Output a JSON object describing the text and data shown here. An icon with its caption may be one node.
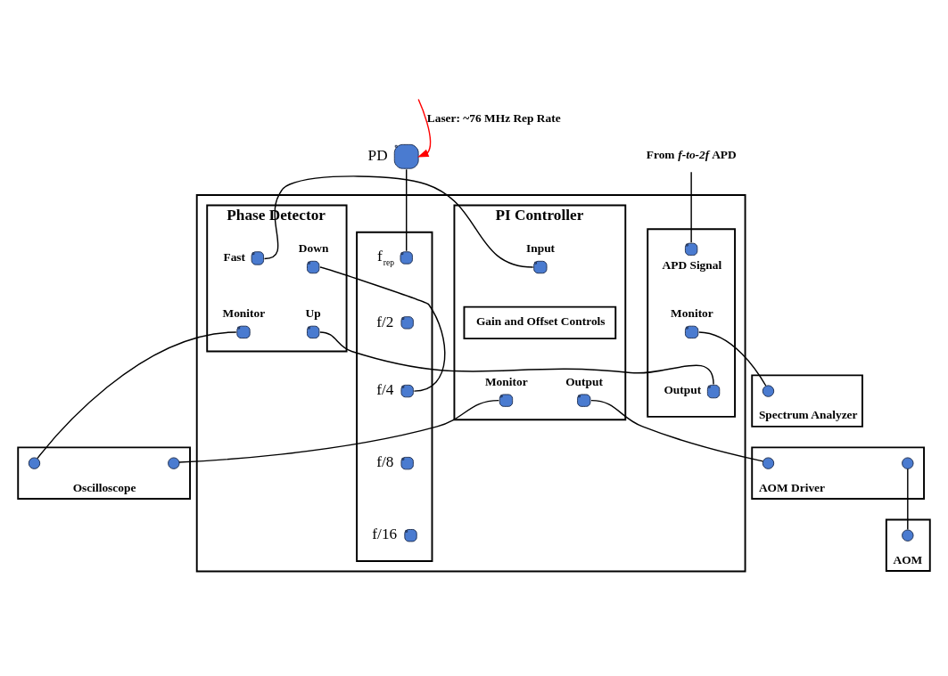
{
  "diagram": {
    "nodes": [
      {
        "text": [
          "PD"
        ]
      },
      {
        "text": [],
        "shape": "box"
      },
      {
        "text": [],
        "shape": "box",
        "in": 1
      },
      {
        "text": [
          "f$_{rep}$"
        ],
        "in": 2
      },
      {
        "text": [
          "f/2"
        ],
        "in": 2
      },
      {
        "text": [
          "f/4"
        ],
        "in": 2
      },
      {
        "text": [
          "f/8"
        ],
        "in": 2
      },
      {
        "text": [
          "f/16"
        ],
        "in": 2
      },
      {
        "text": [],
        "shape": "box",
        "in": 1
      },
      {
        "text": [
          "APD Signal"
        ],
        "in": 8
      },
      {
        "text": [
          "Monitor"
        ],
        "in": 8
      },
      {
        "text": [
          "Output"
        ],
        "in": 8
      },
      {
        "text": [
          "Phase Detector"
        ],
        "in": 1
      },
      {
        "text": [
          "Down"
        ],
        "in": 12
      },
      {
        "text": [
          "Fast"
        ],
        "in": 12
      },
      {
        "text": [
          "Up"
        ],
        "in": 12
      },
      {
        "text": [
          "Monitor"
        ],
        "in": 12
      },
      {
        "text": [
          "PI Controller"
        ],
        "in": 1
      },
      {
        "text": [
          "Input"
        ],
        "in": 17
      },
      {
        "text": [
          "Gain and Offset Controls"
        ],
        "in": 17
      },
      {
        "text": [
          "Monitor"
        ],
        "in": 17
      },
      {
        "text": [
          "Output"
        ],
        "in": 17
      },
      {
        "text": [
          "From *f-to-2f* APD"
        ]
      },
      {
        "text": [
          "Spectrum Analyzer"
        ]
      },
      {
        "text": [],
        "shape": "circle",
        "in": 23
      },
      {
        "text": [
          "Oscilloscope"
        ]
      },
      {
        "text": [],
        "shape": "circle",
        "in": 25
      },
      {
        "text": [],
        "shape": "circle",
        "in": 25
      },
      {
        "text": [
          "AOM Driver"
        ]
      },
      {
        "text": [],
        "shape": "circle",
        "in": 28
      },
      {
        "text": [],
        "shape": "circle",
        "in": 28
      },
      {
        "text": [
          "AOM"
        ]
      },
      {
        "text": [],
        "shape": "circle",
        "in": 31
      }
    ],
    "edges": [
      {
        "from": null,
        "to": 0,
        "arrow": "to",
        "label": "Laser: ~76 MHz Rep Rate",
        "color": "#ff0000"
      },
      {
        "from": 0,
        "to": 3,
        "arrow": "none"
      },
      {
        "from": 22,
        "to": 9,
        "arrow": "none"
      },
      {
        "from": 5,
        "to": 13,
        "arrow": "none"
      },
      {
        "from": 11,
        "to": 15,
        "arrow": "none"
      },
      {
        "from": 14,
        "to": 18,
        "arrow": "none"
      },
      {
        "from": 10,
        "to": 24,
        "arrow": "none"
      },
      {
        "from": 16,
        "to": 26,
        "arrow": "none"
      },
      {
        "from": 20,
        "to": 27,
        "arrow": "none"
      },
      {
        "from": 21,
        "to": 29,
        "arrow": "none"
      },
      {
        "from": 30,
        "to": 32,
        "arrow": "none"
      }
    ]
  }
}
